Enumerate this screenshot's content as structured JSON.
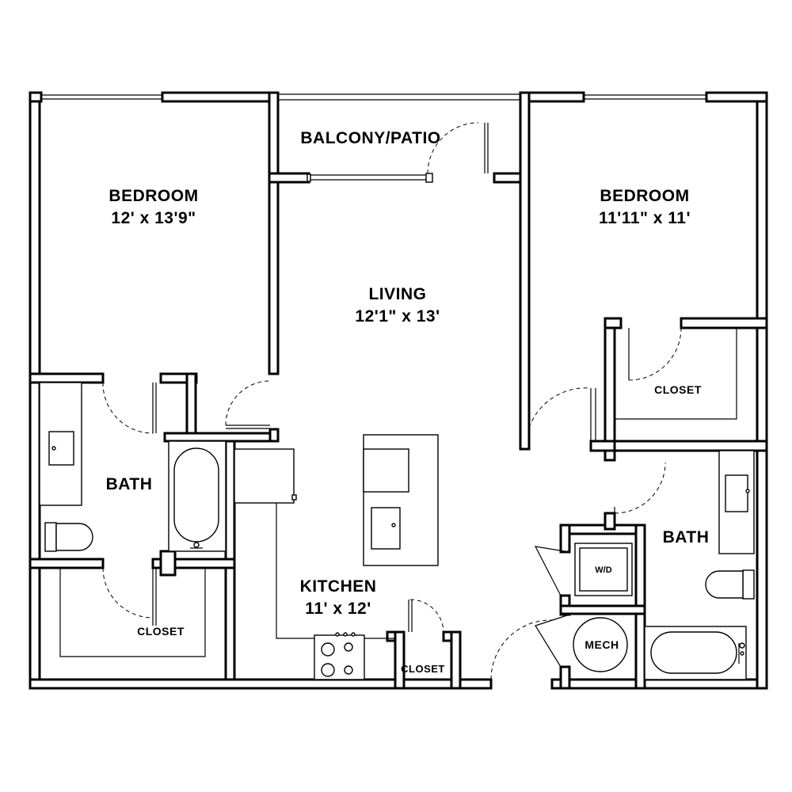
{
  "rooms": {
    "bedroom_left": {
      "name": "BEDROOM",
      "dims": "12' x 13'9\""
    },
    "balcony": {
      "name": "BALCONY/PATIO"
    },
    "bedroom_right": {
      "name": "BEDROOM",
      "dims": "11'11\" x 11'"
    },
    "living": {
      "name": "LIVING",
      "dims": "12'1\" x 13'"
    },
    "closet_right": {
      "name": "CLOSET"
    },
    "bath_left": {
      "name": "BATH"
    },
    "bath_right": {
      "name": "BATH"
    },
    "washer_dryer": {
      "name": "W/D"
    },
    "kitchen": {
      "name": "KITCHEN",
      "dims": "11' x 12'"
    },
    "mech": {
      "name": "MECH"
    },
    "closet_left": {
      "name": "CLOSET"
    },
    "closet_kitchen": {
      "name": "CLOSET"
    }
  }
}
